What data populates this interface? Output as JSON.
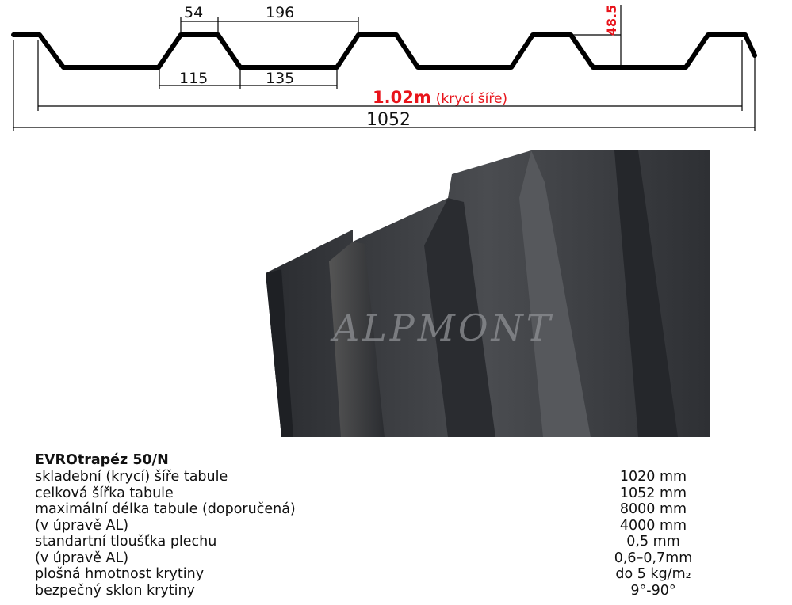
{
  "profile_drawing": {
    "dim_top_flat": "54",
    "dim_pitch": "196",
    "dim_rib_base": "115",
    "dim_valley": "135",
    "dim_height": "48.5",
    "cover_width_value": "1.02m",
    "cover_width_label": "(krycí šíře)",
    "total_width": "1052"
  },
  "photo": {
    "watermark": "ALPMONT"
  },
  "specs": {
    "title": "EVROtrapéz 50/N",
    "rows": [
      {
        "label": "skladební (krycí) šíře tabule",
        "value": "1020 mm"
      },
      {
        "label": "celková šířka tabule",
        "value": "1052 mm"
      },
      {
        "label": "maximální délka tabule (doporučená)",
        "value": "8000 mm"
      },
      {
        "label": "(v úpravě AL)",
        "value": "4000 mm"
      },
      {
        "label": "standartní tloušťka plechu",
        "value": "0,5 mm"
      },
      {
        "label": "(v úpravě AL)",
        "value": "0,6–0,7mm"
      },
      {
        "label": "plošná hmotnost krytiny",
        "value": "do 5 kg/m₂"
      },
      {
        "label": "bezpečný sklon krytiny",
        "value": "9°-90°"
      }
    ]
  },
  "colors": {
    "accent_red": "#e8141b",
    "sheet": "#3a3c40"
  }
}
